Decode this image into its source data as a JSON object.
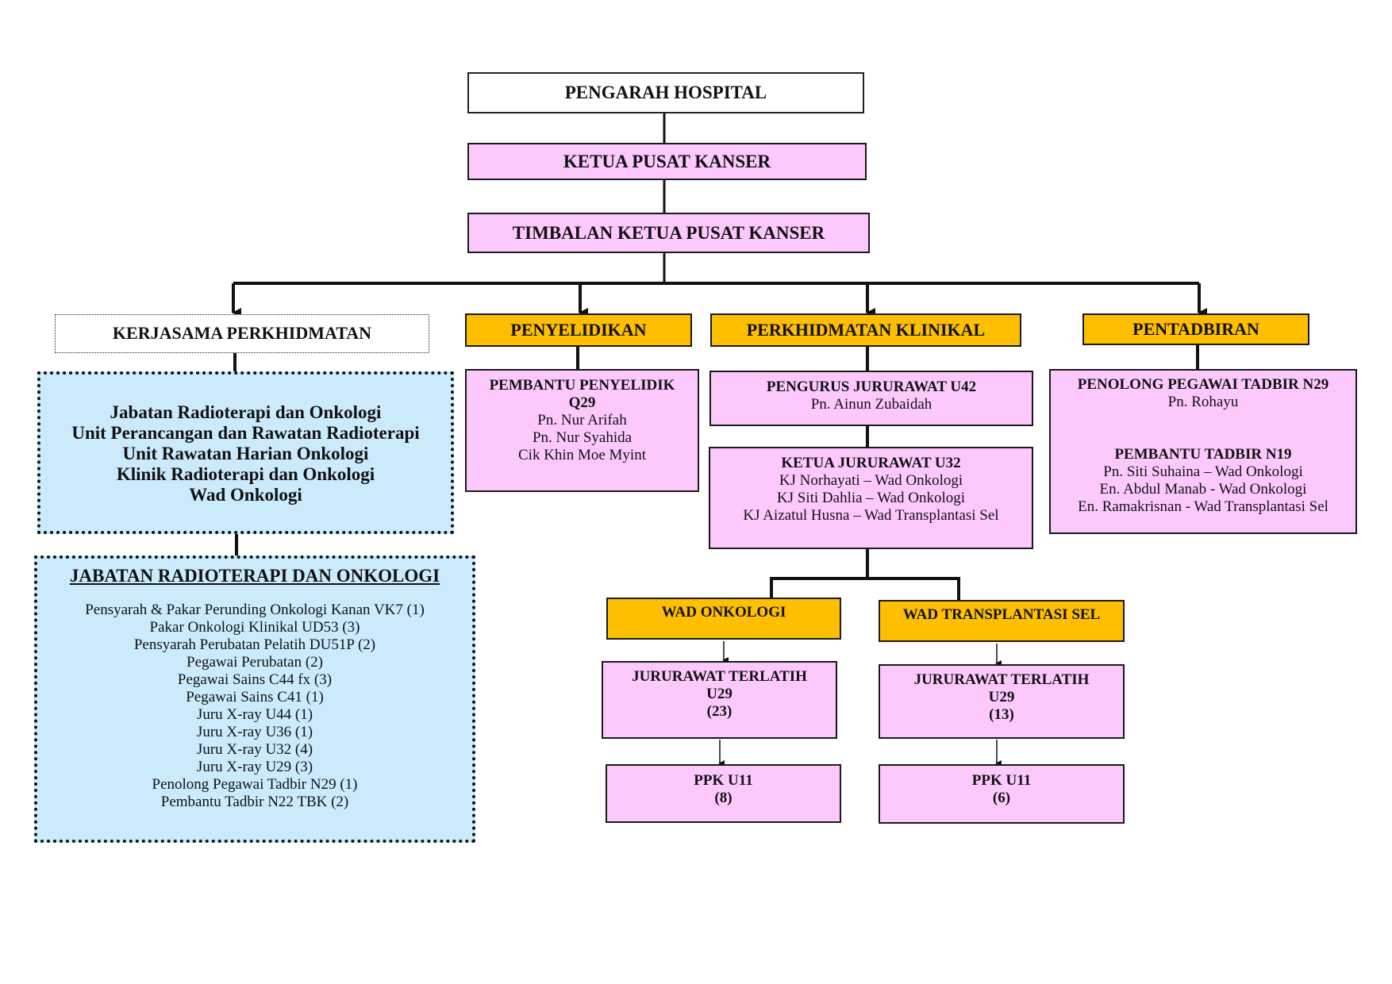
{
  "chart": {
    "director": "PENGARAH HOSPITAL",
    "head": "KETUA PUSAT KANSER",
    "deputy": "TIMBALAN KETUA PUSAT KANSER",
    "divisions": {
      "kerjasama": {
        "title": "KERJASAMA PERKHIDMATAN",
        "units": [
          "Jabatan Radioterapi dan Onkologi",
          "Unit Perancangan dan Rawatan Radioterapi",
          "Unit Rawatan Harian Onkologi",
          "Klinik Radioterapi dan Onkologi",
          "Wad Onkologi"
        ],
        "department": {
          "title": "JABATAN RADIOTERAPI DAN ONKOLOGI",
          "staff": [
            "Pensyarah & Pakar Perunding Onkologi Kanan  VK7 (1)",
            "Pakar Onkologi Klinikal UD53 (3)",
            "Pensyarah Perubatan Pelatih DU51P (2)",
            "Pegawai Perubatan (2)",
            "Pegawai Sains C44 fx (3)",
            "Pegawai Sains C41 (1)",
            "Juru X-ray U44 (1)",
            "Juru X-ray U36 (1)",
            "Juru X-ray U32 (4)",
            "Juru X-ray U29 (3)",
            "Penolong Pegawai Tadbir N29 (1)",
            "Pembantu Tadbir N22 TBK (2)"
          ]
        }
      },
      "penyelidikan": {
        "title": "PENYELIDIKAN",
        "role_title": "PEMBANTU PENYELIDIK",
        "role_grade": "Q29",
        "members": [
          "Pn. Nur Arifah",
          "Pn. Nur Syahida",
          "Cik Khin Moe Myint"
        ]
      },
      "klinikal": {
        "title": "PERKHIDMATAN KLINIKAL",
        "manager_title": "PENGURUS JURURAWAT U42",
        "manager_name": "Pn. Ainun Zubaidah",
        "head_nurse_title": "KETUA JURURAWAT U32",
        "head_nurses": [
          "KJ Norhayati – Wad Onkologi",
          "KJ Siti Dahlia – Wad Onkologi",
          "KJ Aizatul Husna – Wad Transplantasi Sel"
        ],
        "wards": [
          {
            "name": "WAD ONKOLOGI",
            "nurse_title": "JURURAWAT TERLATIH",
            "nurse_grade": "U29",
            "nurse_count": "(23)",
            "ppk_title": "PPK U11",
            "ppk_count": "(8)"
          },
          {
            "name": "WAD TRANSPLANTASI SEL",
            "nurse_title": "JURURAWAT TERLATIH",
            "nurse_grade": "U29",
            "nurse_count": "(13)",
            "ppk_title": "PPK U11",
            "ppk_count": "(6)"
          }
        ]
      },
      "pentadbiran": {
        "title": "PENTADBIRAN",
        "assistant_officer_title": "PENOLONG PEGAWAI TADBIR N29",
        "assistant_officer_name": "Pn. Rohayu",
        "clerk_title": "PEMBANTU TADBIR N19",
        "clerks": [
          "Pn. Siti Suhaina – Wad Onkologi",
          "En. Abdul Manab -  Wad Onkologi",
          "En. Ramakrisnan - Wad Transplantasi Sel"
        ]
      }
    }
  },
  "colors": {
    "pink": "#fdc9fd",
    "gold": "#fdbf00",
    "blue": "#cbebfd"
  }
}
